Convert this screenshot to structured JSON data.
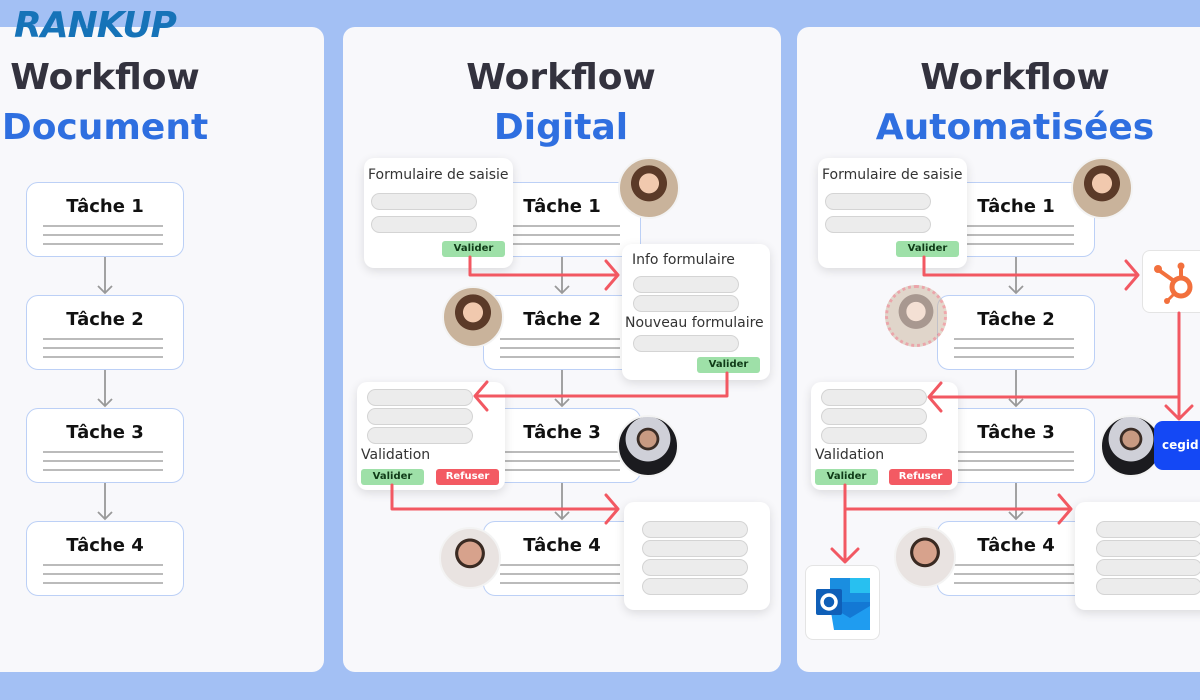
{
  "brand": {
    "logo_text": "RANKUP",
    "accent": "#1673b8"
  },
  "colors": {
    "background": "#a3c0f4",
    "title_dark": "#33323e",
    "title_blue": "#2f6fe0",
    "flow_arrow": "#f25862",
    "validate": "#9ee0a8",
    "refuse": "#f35a63"
  },
  "panels": [
    {
      "title_line1": "Workflow",
      "title_line2": "Document",
      "tasks": [
        "Tâche 1",
        "Tâche 2",
        "Tâche 3",
        "Tâche 4"
      ]
    },
    {
      "title_line1": "Workflow",
      "title_line2": "Digital",
      "tasks": [
        "Tâche 1",
        "Tâche 2",
        "Tâche 3",
        "Tâche 4"
      ],
      "entry_form": {
        "title": "Formulaire de saisie",
        "button": "Valider"
      },
      "info_form": {
        "title": "Info formulaire",
        "subtitle": "Nouveau formulaire",
        "button": "Valider"
      },
      "validation_form": {
        "title": "Validation",
        "approve": "Valider",
        "reject": "Refuser"
      }
    },
    {
      "title_line1": "Workflow",
      "title_line2": "Automatisées",
      "tasks": [
        "Tâche 1",
        "Tâche 2",
        "Tâche 3",
        "Tâche 4"
      ],
      "entry_form": {
        "title": "Formulaire de saisie",
        "button": "Valider"
      },
      "validation_form": {
        "title": "Validation",
        "approve": "Valider",
        "reject": "Refuser"
      },
      "integrations": {
        "hubspot": "hubspot-icon",
        "cegid": "cegid",
        "outlook": "outlook-icon"
      }
    }
  ]
}
